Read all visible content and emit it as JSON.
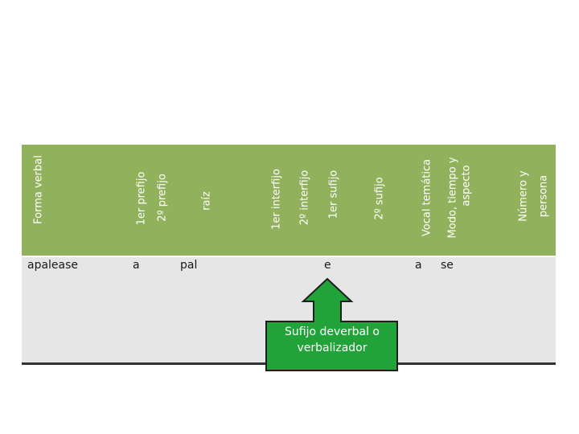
{
  "table": {
    "headers": [
      "Forma verbal",
      "1er prefijo",
      "2º prefijo",
      "raíz",
      "1er interfijo",
      "2º interfijo",
      "1er sufijo",
      "2º sufijo",
      "Vocal temática",
      "Modo, tiempo y",
      "aspecto",
      "Número y",
      "persona"
    ],
    "row": [
      "apalease",
      "a",
      "pal",
      "e",
      "a",
      "se"
    ]
  },
  "callout": {
    "line1": "Sufijo deverbal o",
    "line2": "verbalizador"
  },
  "colors": {
    "header": "#92b15d",
    "body": "#e6e6e6",
    "callout_fill": "#22a33a",
    "callout_stroke": "#1f1f1f"
  }
}
